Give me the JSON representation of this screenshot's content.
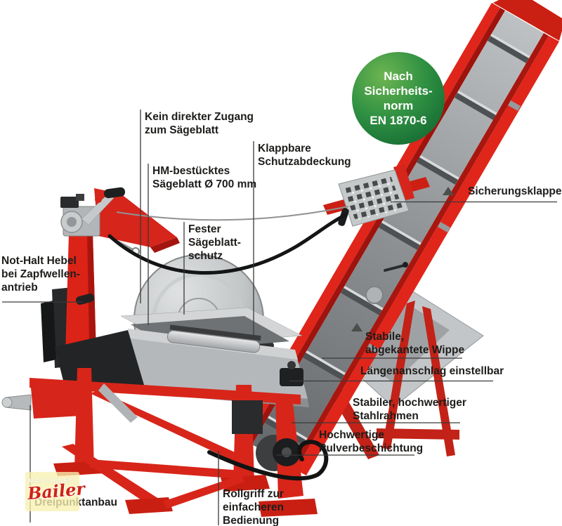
{
  "colors": {
    "machine_red": "#da2418",
    "metal_gray": "#b6b9bb",
    "belt_gray": "#86898c",
    "badge_green_light": "#6db551",
    "badge_green_dark": "#0b5e2e",
    "label_text": "#1d1d1b",
    "leader_line": "#3a3a38",
    "watermark_bg": "#f6f0b0",
    "watermark_script_red": "#ce2316"
  },
  "badge": {
    "lines": [
      "Nach",
      "Sicherheits-",
      "norm",
      "EN 1870-6"
    ]
  },
  "annotations": [
    {
      "id": "kein-direkter-zugang",
      "lines": [
        "Kein direkter Zugang",
        "zum Sägeblatt"
      ]
    },
    {
      "id": "hm-saegeblatt",
      "lines": [
        "HM-bestücktes",
        "Sägeblatt Ø 700 mm"
      ]
    },
    {
      "id": "klappbare-schutzabdeckung",
      "lines": [
        "Klappbare",
        "Schutzabdeckung"
      ]
    },
    {
      "id": "fester-saegeblattschutz",
      "lines": [
        "Fester",
        "Sägeblatt-",
        "schutz"
      ]
    },
    {
      "id": "not-halt-hebel",
      "lines": [
        "Not-Halt Hebel",
        "bei Zapfwellen-",
        "antrieb"
      ]
    },
    {
      "id": "sicherungsklappe",
      "lines": [
        "Sicherungsklappe"
      ]
    },
    {
      "id": "stabile-wippe",
      "lines": [
        "Stabile,",
        "abgekantete Wippe"
      ]
    },
    {
      "id": "laengenanschlag",
      "lines": [
        "Längenanschlag einstellbar"
      ]
    },
    {
      "id": "stahlrahmen",
      "lines": [
        "Stabiler, hochwertiger",
        "Stahlrahmen"
      ]
    },
    {
      "id": "pulverbeschichtung",
      "lines": [
        "Hochwertige",
        "Pulverbeschichtung"
      ]
    },
    {
      "id": "rollgriff",
      "lines": [
        "Rollgriff zur",
        "einfacheren",
        "Bedienung"
      ]
    },
    {
      "id": "dreipunktanbau",
      "lines": [
        "Dreipunktanbau"
      ]
    }
  ],
  "watermark": {
    "top": "MASCHINEN",
    "script": "Bailer"
  }
}
